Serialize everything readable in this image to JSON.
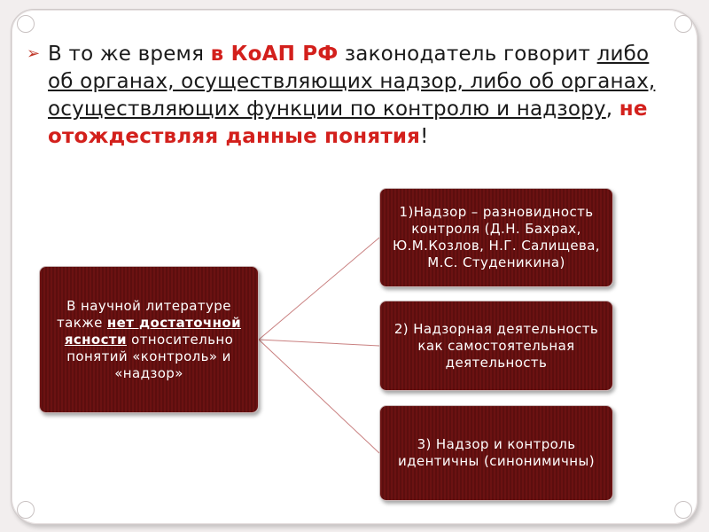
{
  "main": {
    "bullet_glyph": "➢",
    "intro": "В то же время ",
    "koap": "в КоАП РФ",
    "after_koap": " законодатель говорит ",
    "underlined": "либо об органах, осуществляющих надзор, либо об органах, осуществляющих функции по контролю и надзору",
    "comma": ", ",
    "red_tail": "не отождествляя данные понятия",
    "exclaim": "!"
  },
  "diagram": {
    "source": {
      "line1": "В научной литературе также ",
      "emph": "нет достаточной ясности",
      "line2": " относительно понятий «контроль» и «надзор»"
    },
    "targets": [
      {
        "label": "1)Надзор – разновидность контроля (Д.Н. Бахрах, Ю.М.Козлов, Н.Г. Салищева, М.С. Студеникина)"
      },
      {
        "label": "2) Надзорная деятельность как самостоятельная деятельность"
      },
      {
        "label": "3) Надзор и контроль идентичны (синонимичны)"
      }
    ]
  },
  "colors": {
    "accent_red": "#d3201c",
    "box_fill": "#6b1212",
    "connector": "#c98080"
  }
}
